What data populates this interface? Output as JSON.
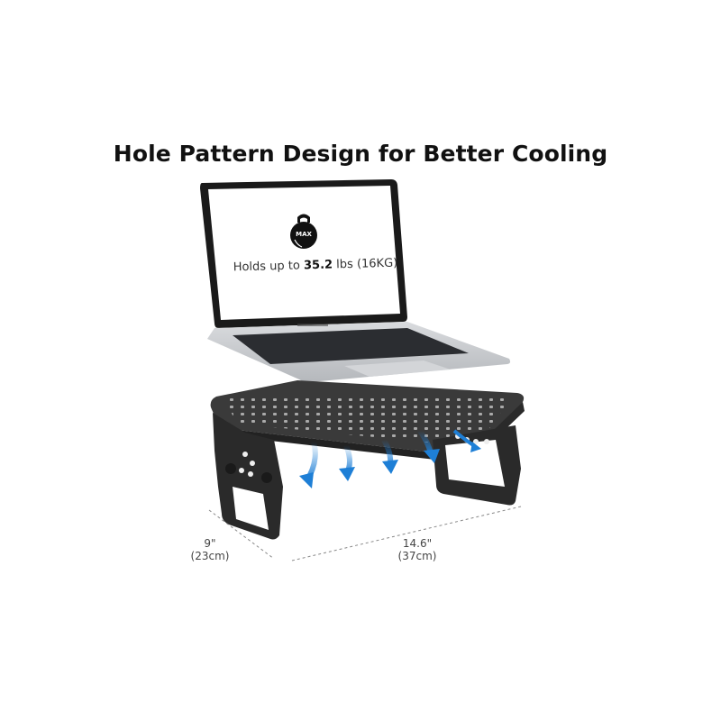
{
  "headline": "Hole Pattern Design for Better Cooling",
  "laptop_screen": {
    "badge_icon": "kettlebell-max-icon",
    "badge_label": "MAX",
    "capacity_prefix": "Holds up to ",
    "capacity_value": "35.2",
    "capacity_suffix": " lbs (16KG)"
  },
  "dimensions": {
    "depth_in": "9\"",
    "depth_cm": "(23cm)",
    "width_in": "14.6\"",
    "width_cm": "(37cm)"
  },
  "colors": {
    "stand": "#2a2a2a",
    "stand_top": "#3a3a3a",
    "laptop_body": "#c9cbce",
    "arrow": "#1e7fd6",
    "text": "#111111"
  },
  "airflow_arrows": 5
}
